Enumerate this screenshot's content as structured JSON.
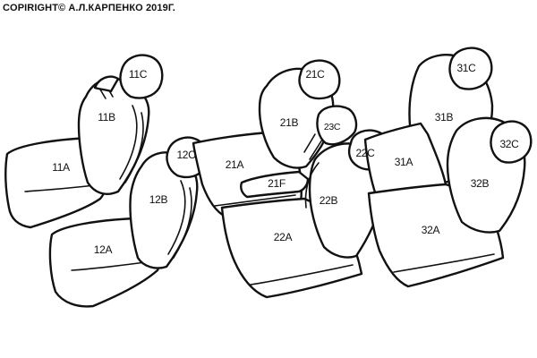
{
  "copyright": "COPIRIGHT© А.Л.КАРПЕНКО 2019Г.",
  "parts": {
    "p11C": "11C",
    "p11B": "11B",
    "p11A": "11A",
    "p12C": "12C",
    "p12B": "12B",
    "p12A": "12A",
    "p21C": "21C",
    "p21B": "21B",
    "p23C": "23C",
    "p21A": "21A",
    "p21F": "21F",
    "p22C": "22C",
    "p22B": "22B",
    "p22A": "22A",
    "p31C": "31C",
    "p31B": "31B",
    "p31A": "31A",
    "p32C": "32C",
    "p32B": "32B",
    "p32A": "32A"
  }
}
